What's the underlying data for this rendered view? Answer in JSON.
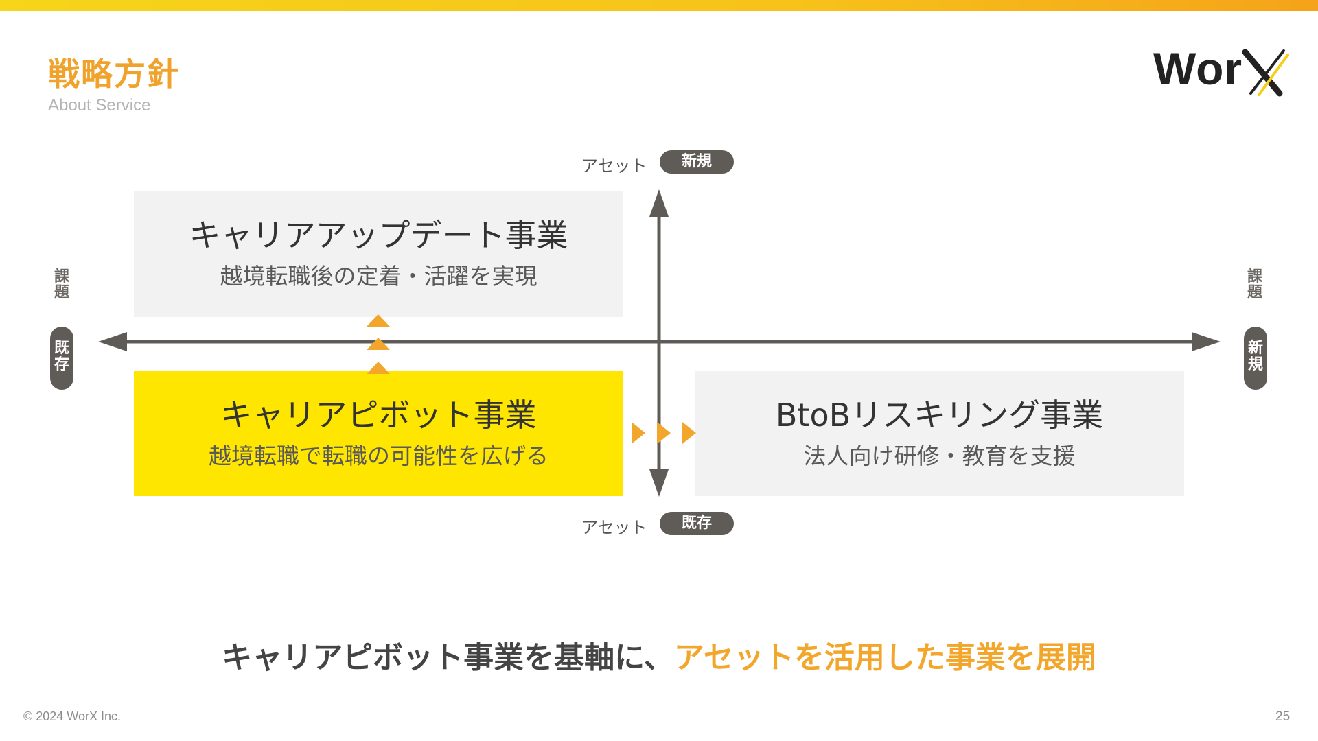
{
  "header": {
    "title": "戦略方針",
    "subtitle": "About Service",
    "logo_text": "Wor",
    "logo_x": "X"
  },
  "colors": {
    "accent_orange": "#f0a32c",
    "highlight_yellow": "#ffe600",
    "box_gray": "#f2f2f2",
    "axis_gray": "#5f5b57"
  },
  "diagram": {
    "axes": {
      "top_asset": "アセット",
      "top_badge": "新規",
      "bottom_asset": "アセット",
      "bottom_badge": "既存",
      "left_issue": "課題",
      "left_badge": "既存",
      "right_issue": "課題",
      "right_badge": "新規"
    },
    "quadrants": [
      {
        "title": "キャリアアップデート事業",
        "subtitle": "越境転職後の定着・活躍を実現"
      },
      {
        "title": "キャリアピボット事業",
        "subtitle": "越境転職で転職の可能性を広げる"
      },
      {
        "title": "BtoBリスキリング事業",
        "subtitle": "法人向け研修・教育を支援"
      }
    ]
  },
  "tagline": {
    "part1": "キャリアピボット事業を基軸に、",
    "part2": "アセットを活用した事業を展開"
  },
  "footer": {
    "copyright": "© 2024 WorX Inc.",
    "page_number": "25"
  }
}
